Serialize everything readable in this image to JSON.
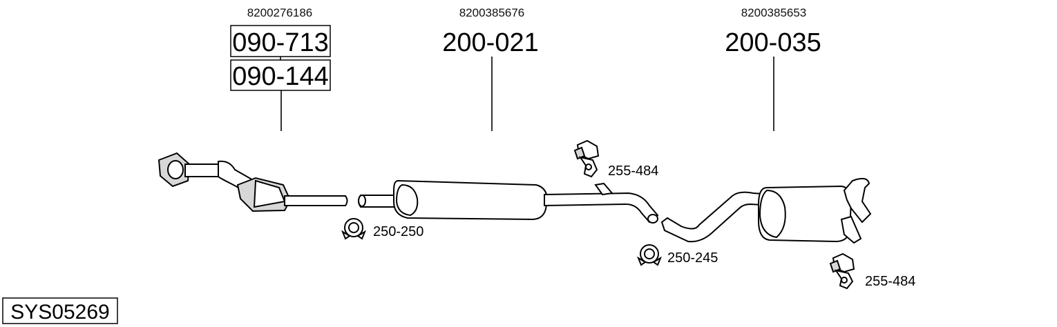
{
  "system_code": "SYS05269",
  "oe_numbers": {
    "front": "8200276186",
    "middle": "8200385676",
    "rear": "8200385653"
  },
  "part_numbers": {
    "front_upper": "090-713",
    "front_lower": "090-144",
    "middle": "200-021",
    "rear": "200-035"
  },
  "accessories": {
    "hanger_1": "255-484",
    "clamp_1": "250-250",
    "clamp_2": "250-245",
    "hanger_2": "255-484"
  }
}
